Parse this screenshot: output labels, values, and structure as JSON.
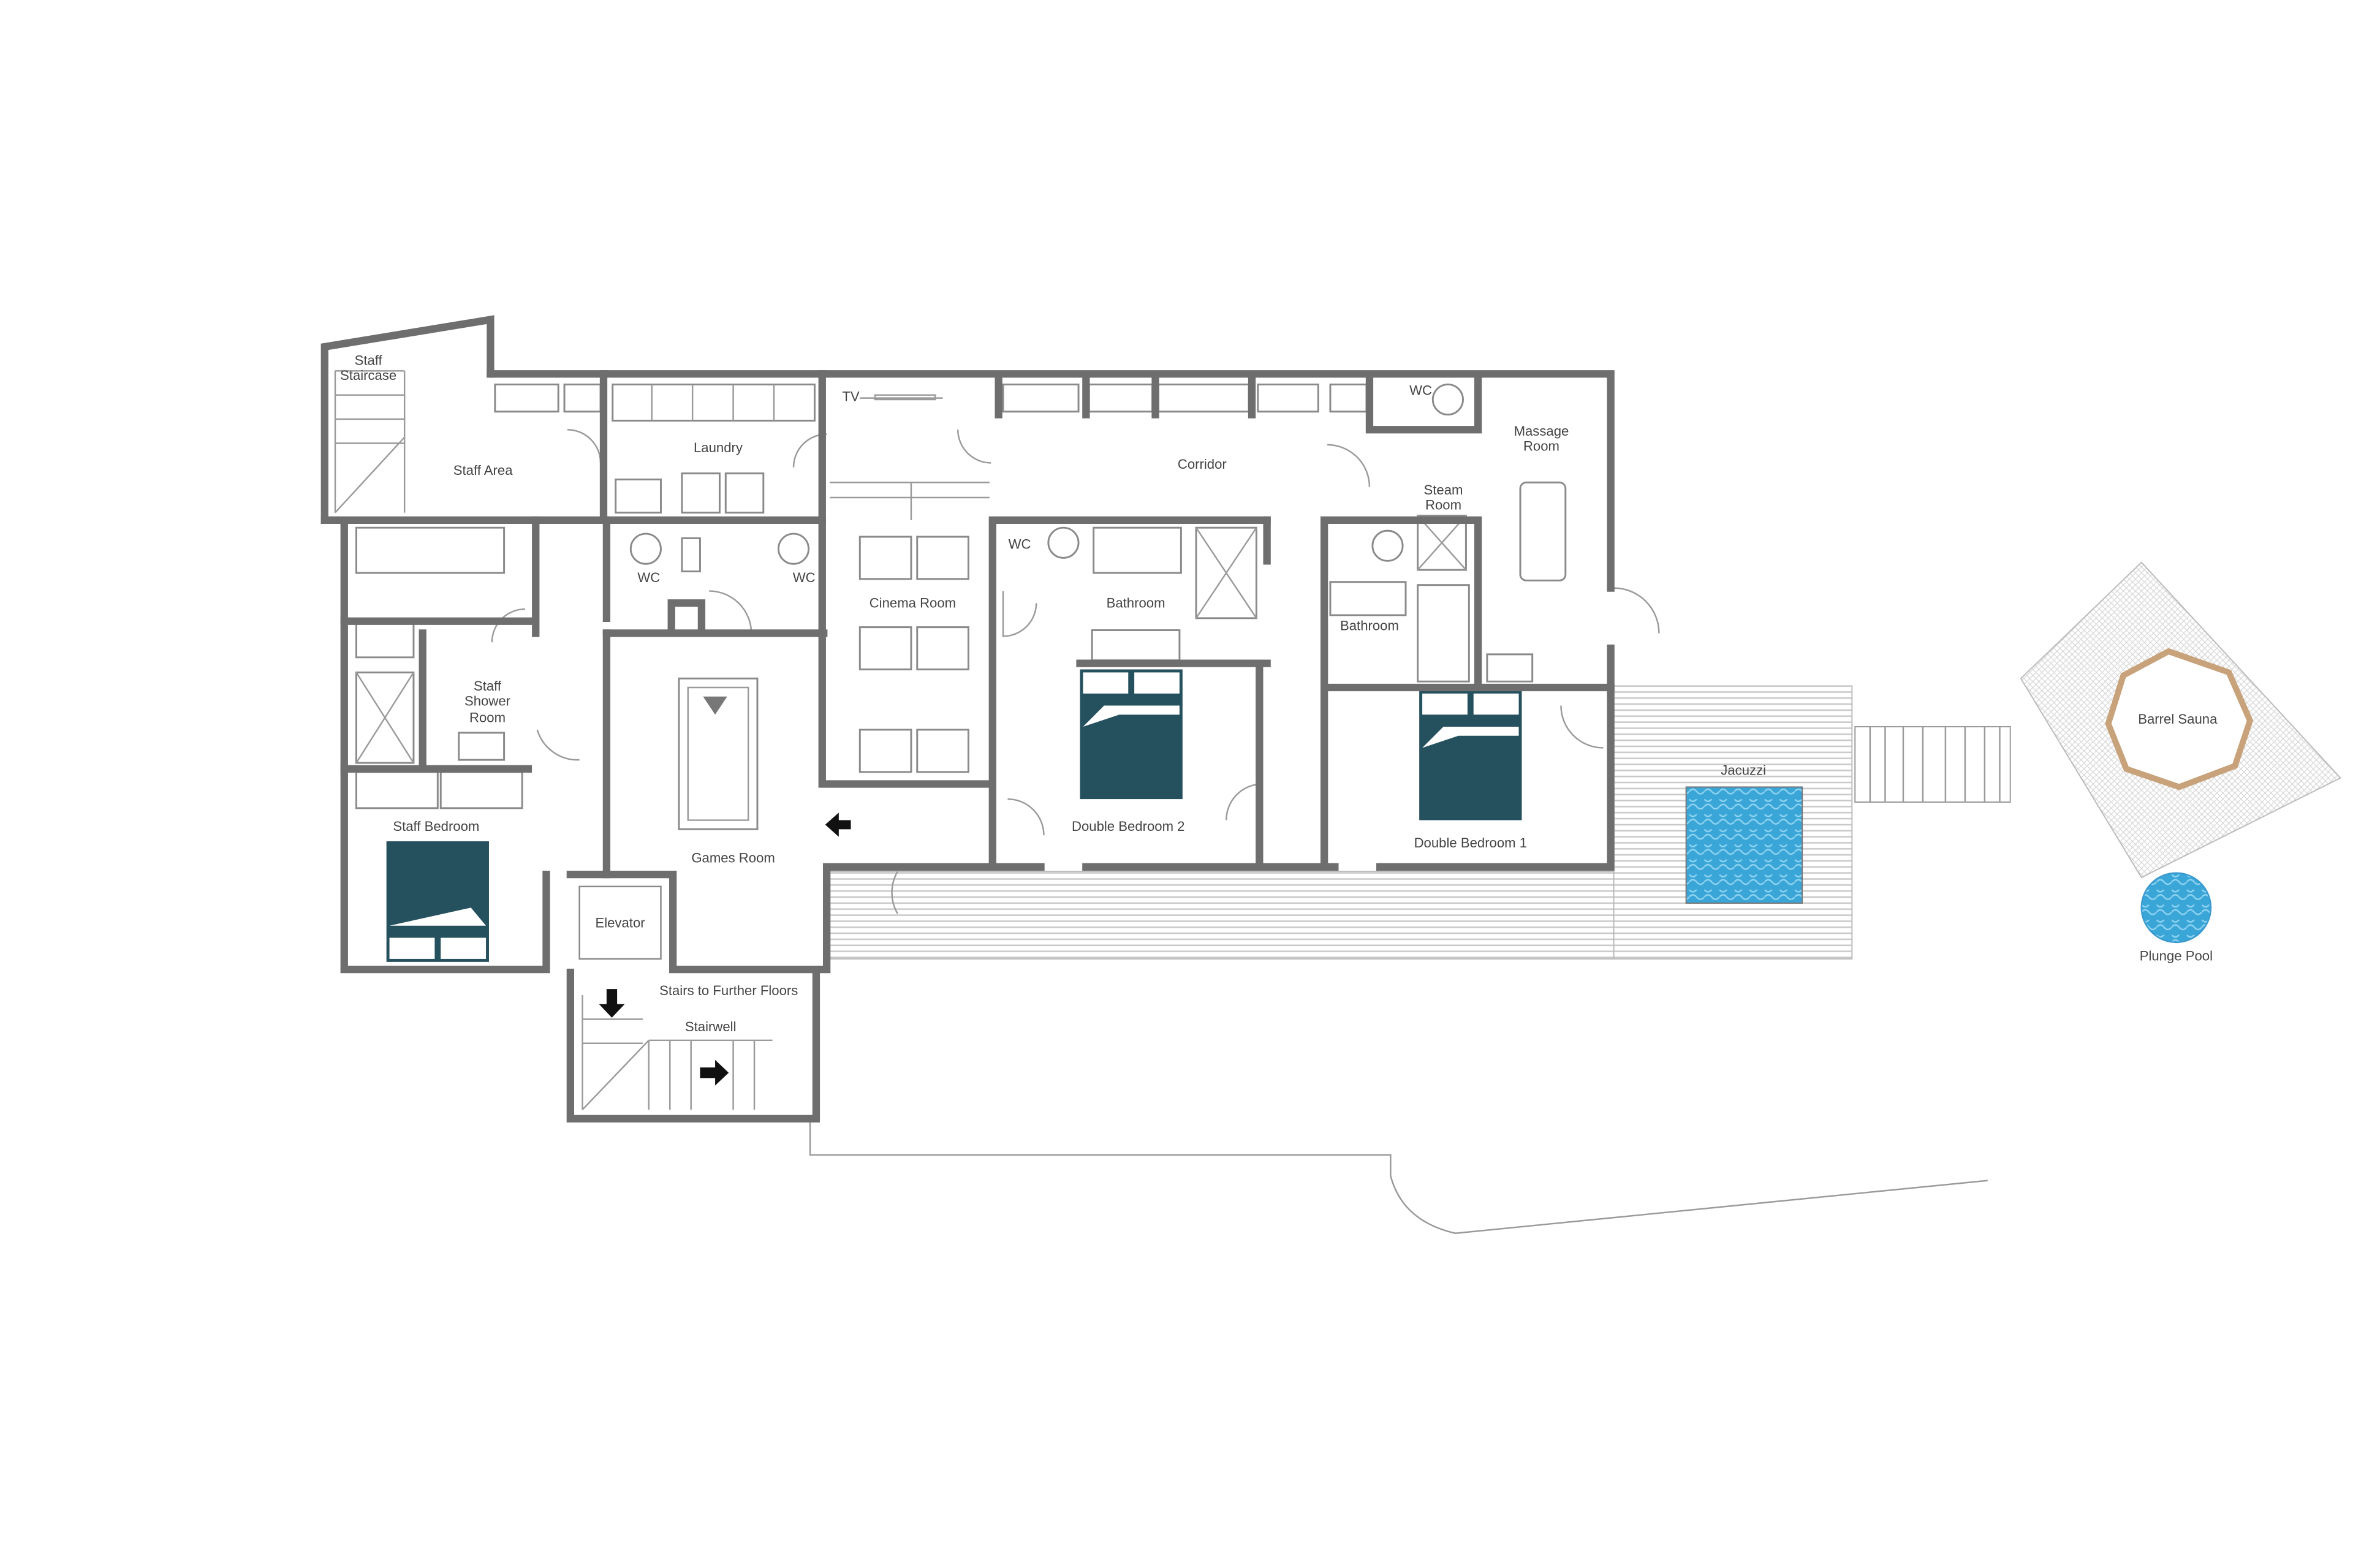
{
  "rooms": {
    "staff_staircase": [
      "Staff",
      "Staircase"
    ],
    "staff_area": "Staff Area",
    "laundry": "Laundry",
    "tv": "TV",
    "corridor": "Corridor",
    "wc_top": "WC",
    "massage_room": [
      "Massage",
      "Room"
    ],
    "steam_room": [
      "Steam",
      "Room"
    ],
    "wc_left": "WC",
    "wc_right": "WC",
    "cinema_room": "Cinema Room",
    "wc_bathroom": "WC",
    "bathroom_2": "Bathroom",
    "bathroom_1": "Bathroom",
    "staff_shower_room": [
      "Staff",
      "Shower",
      "Room"
    ],
    "staff_bedroom": "Staff Bedroom",
    "games_room": "Games Room",
    "double_bedroom_2": "Double Bedroom 2",
    "double_bedroom_1": "Double Bedroom 1",
    "elevator": "Elevator",
    "stairs_further": "Stairs to Further Floors",
    "stairwell": "Stairwell",
    "jacuzzi": "Jacuzzi",
    "barrel_sauna": "Barrel Sauna",
    "plunge_pool": "Plunge Pool"
  },
  "colors": {
    "wall": "#6e6e6e",
    "bed": "#25505e",
    "water": "#3aa6d8",
    "sauna_frame": "#c8a27a"
  },
  "icons": [
    "arrow-down-icon",
    "arrow-right-icon",
    "arrow-left-icon"
  ]
}
